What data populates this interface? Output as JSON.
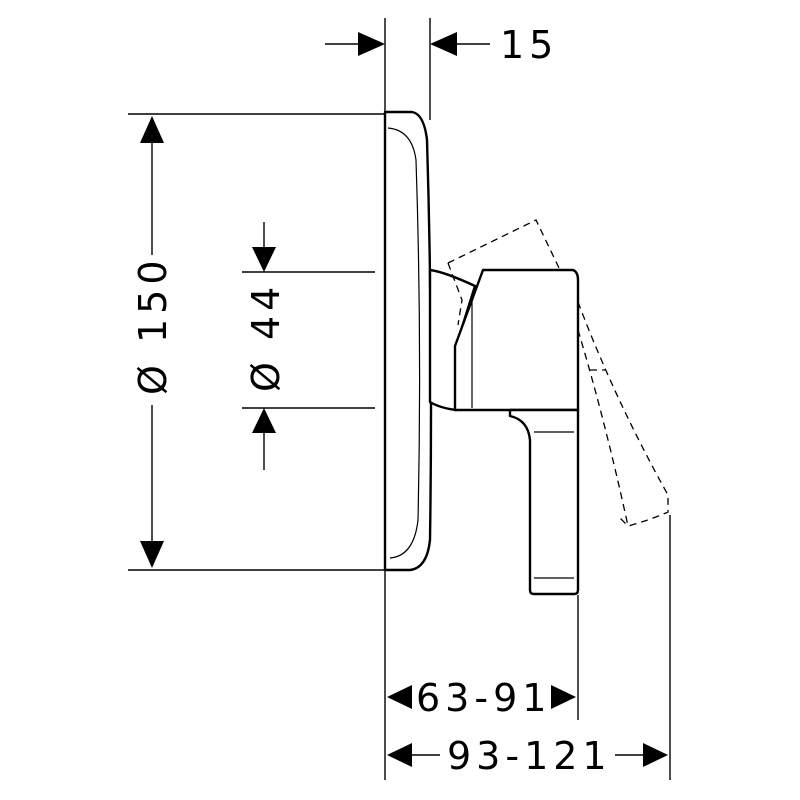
{
  "dimensions": {
    "depth_top": "15",
    "diameter_outer": "Ø 150",
    "diameter_inner": "Ø 44",
    "projection_handle": "63-91",
    "projection_total": "93-121"
  },
  "colors": {
    "ink": "#000000",
    "paper": "#ffffff"
  }
}
